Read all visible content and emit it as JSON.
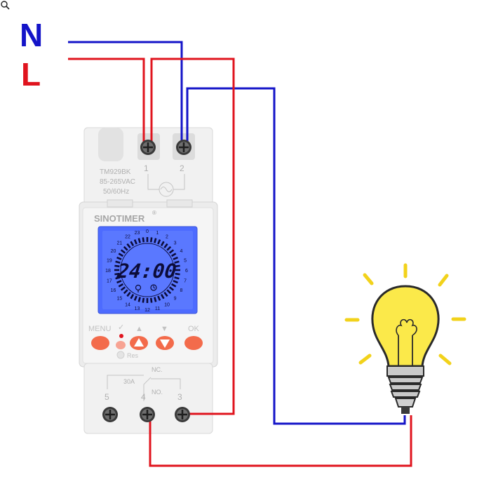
{
  "labels": {
    "neutral": "N",
    "live": "L"
  },
  "colors": {
    "neutral_wire": "#1414c8",
    "live_wire": "#e0141e",
    "button": "#f36b4b",
    "lcd": "#4d6bff",
    "bulb": "#fbe94a",
    "rays": "#f2d21b"
  },
  "device": {
    "model": "TM929BK",
    "voltage": "85-265VAC",
    "frequency": "50/60Hz",
    "brand": "SINOTIMER",
    "registered_mark": "®",
    "display_time": "24:00",
    "dial_numbers": [
      "0",
      "1",
      "2",
      "3",
      "4",
      "5",
      "6",
      "7",
      "8",
      "9",
      "10",
      "11",
      "12",
      "13",
      "14",
      "15",
      "16",
      "17",
      "18",
      "19",
      "20",
      "21",
      "22",
      "23"
    ],
    "buttons": {
      "menu": "MENU",
      "check": "✓",
      "up": "▲",
      "down": "▼",
      "ok": "OK",
      "reset": "Res"
    },
    "terminals_top": [
      "1",
      "2"
    ],
    "terminals_bottom": [
      "5",
      "4",
      "3"
    ],
    "relay": {
      "rating": "30A",
      "nc": "NC.",
      "no": "NO."
    }
  },
  "icons": [
    "magnifier-icon",
    "clock-icon",
    "bulb-small-icon",
    "sine-wave-icon",
    "light-bulb-icon"
  ]
}
